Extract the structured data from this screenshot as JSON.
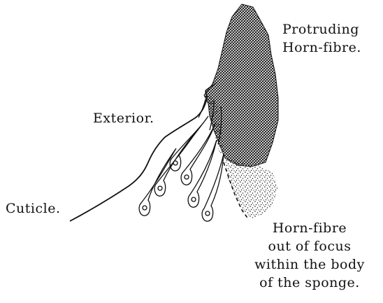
{
  "labels": {
    "protruding": [
      "Protruding",
      "Horn-fibre."
    ],
    "exterior": "Exterior.",
    "cuticle": "Cuticle.",
    "horn_out_of_focus": [
      "Horn-fibre",
      "out of focus",
      "within the body",
      "of the sponge."
    ]
  },
  "colors": {
    "ink": "#111111",
    "background": "#ffffff"
  }
}
